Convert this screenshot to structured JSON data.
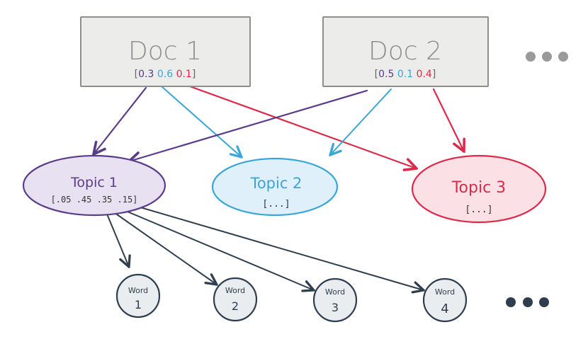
{
  "colors": {
    "purple": "#5a3b8c",
    "blue": "#3aa6d8",
    "red": "#dc2a4a",
    "slate": "#2f3e4e",
    "doc_fill": "#ececea",
    "doc_stroke": "#8e8e8a",
    "topic1_fill": "#e8e1f2",
    "topic2_fill": "#dff0fa",
    "topic3_fill": "#fbe0e5",
    "word_fill": "#e9edf0",
    "dots": "#9a9a9a",
    "dots_dark": "#2f3e4e"
  },
  "docs": [
    {
      "title": "Doc 1",
      "dist": [
        "0.3",
        "0.6",
        "0.1"
      ]
    },
    {
      "title": "Doc 2",
      "dist": [
        "0.5",
        "0.1",
        "0.4"
      ]
    }
  ],
  "topics": [
    {
      "title": "Topic 1",
      "dist": "[.05 .45 .35 .15]"
    },
    {
      "title": "Topic 2",
      "dist": "[...]"
    },
    {
      "title": "Topic 3",
      "dist": "[...]"
    }
  ],
  "words": [
    {
      "label": "Word",
      "number": "1"
    },
    {
      "label": "Word",
      "number": "2"
    },
    {
      "label": "Word",
      "number": "3"
    },
    {
      "label": "Word",
      "number": "4"
    }
  ],
  "brackets": {
    "open": "[",
    "close": "]"
  }
}
